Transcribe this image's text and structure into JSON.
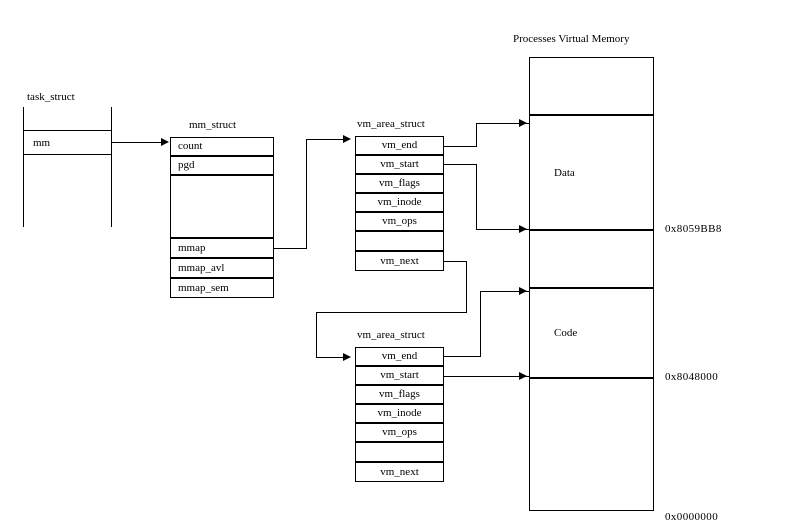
{
  "diagram": {
    "title_right": "Processes Virtual Memory",
    "task_struct": {
      "label": "task_struct",
      "fields": [
        "mm"
      ]
    },
    "mm_struct": {
      "label": "mm_struct",
      "fields": [
        "count",
        "pgd",
        "",
        "mmap",
        "mmap_avl",
        "mmap_sem"
      ]
    },
    "vma1": {
      "label": "vm_area_struct",
      "fields": [
        "vm_end",
        "vm_start",
        "vm_flags",
        "vm_inode",
        "vm_ops",
        "",
        "vm_next"
      ]
    },
    "vma2": {
      "label": "vm_area_struct",
      "fields": [
        "vm_end",
        "vm_start",
        "vm_flags",
        "vm_inode",
        "vm_ops",
        "",
        "vm_next"
      ]
    },
    "memory": {
      "segments": [
        "",
        "Data",
        "",
        "Code",
        ""
      ],
      "addresses": [
        "0x8059BB8",
        "0x8048000",
        "0x0000000"
      ]
    },
    "colors": {
      "ink": "#000000",
      "paper": "#ffffff"
    }
  }
}
